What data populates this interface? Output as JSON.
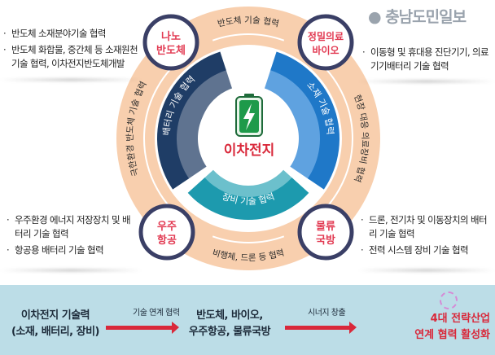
{
  "center": {
    "title": "이차전지",
    "icon": "battery-charging-icon"
  },
  "inner_segments": {
    "battery": "배터리 기술 협력",
    "material": "소재 기술 협력",
    "equipment": "장비 기술 협력"
  },
  "outer_ring": {
    "top": "반도체 기술 협력",
    "right": "현장 대응 의료장비 협력",
    "bottom": "비행체, 드론 등 협력",
    "left": "극한환경 반도체 기술 협력"
  },
  "nodes": {
    "nano": [
      "나노",
      "반도체"
    ],
    "bio": [
      "정밀의료",
      "바이오"
    ],
    "space": [
      "우주",
      "항공"
    ],
    "logistics": [
      "물류",
      "국방"
    ]
  },
  "callouts": {
    "nano": [
      "반도체 소재분야기술 협력",
      "반도체 화합물, 중간체 등 소재원천 기술 협력, 이차전지반도체개발"
    ],
    "bio": [
      "이동형 및 휴대용 진단기기, 의료기기배터리 기술 협력"
    ],
    "space": [
      "우주환경 에너지 저장장치 및 배터리 기술 협력",
      "항공용 배터리 기술 협력"
    ],
    "logistics": [
      "드론, 전기차 및 이동장치의 배터리 기술 협력",
      "전력 시스템 장비 기술 협력"
    ]
  },
  "flow": {
    "step1": [
      "이차전지 기술력",
      "(소재, 배터리, 장비)"
    ],
    "arrow1": "기술 연계 협력",
    "step2": [
      "반도체, 바이오,",
      "우주항공, 물류국방"
    ],
    "arrow2": "시너지 창출",
    "step3": [
      "4대 전략산업",
      "연계 협력 활성화"
    ]
  },
  "watermark": "충남도민일보",
  "colors": {
    "ring": "#f8cfae",
    "navy": "#1f3d66",
    "blue": "#1f78c8",
    "teal": "#1d9aae",
    "accent_red": "#d9283a",
    "battery_green": "#1e9a4a",
    "band": "#bcdde7"
  }
}
